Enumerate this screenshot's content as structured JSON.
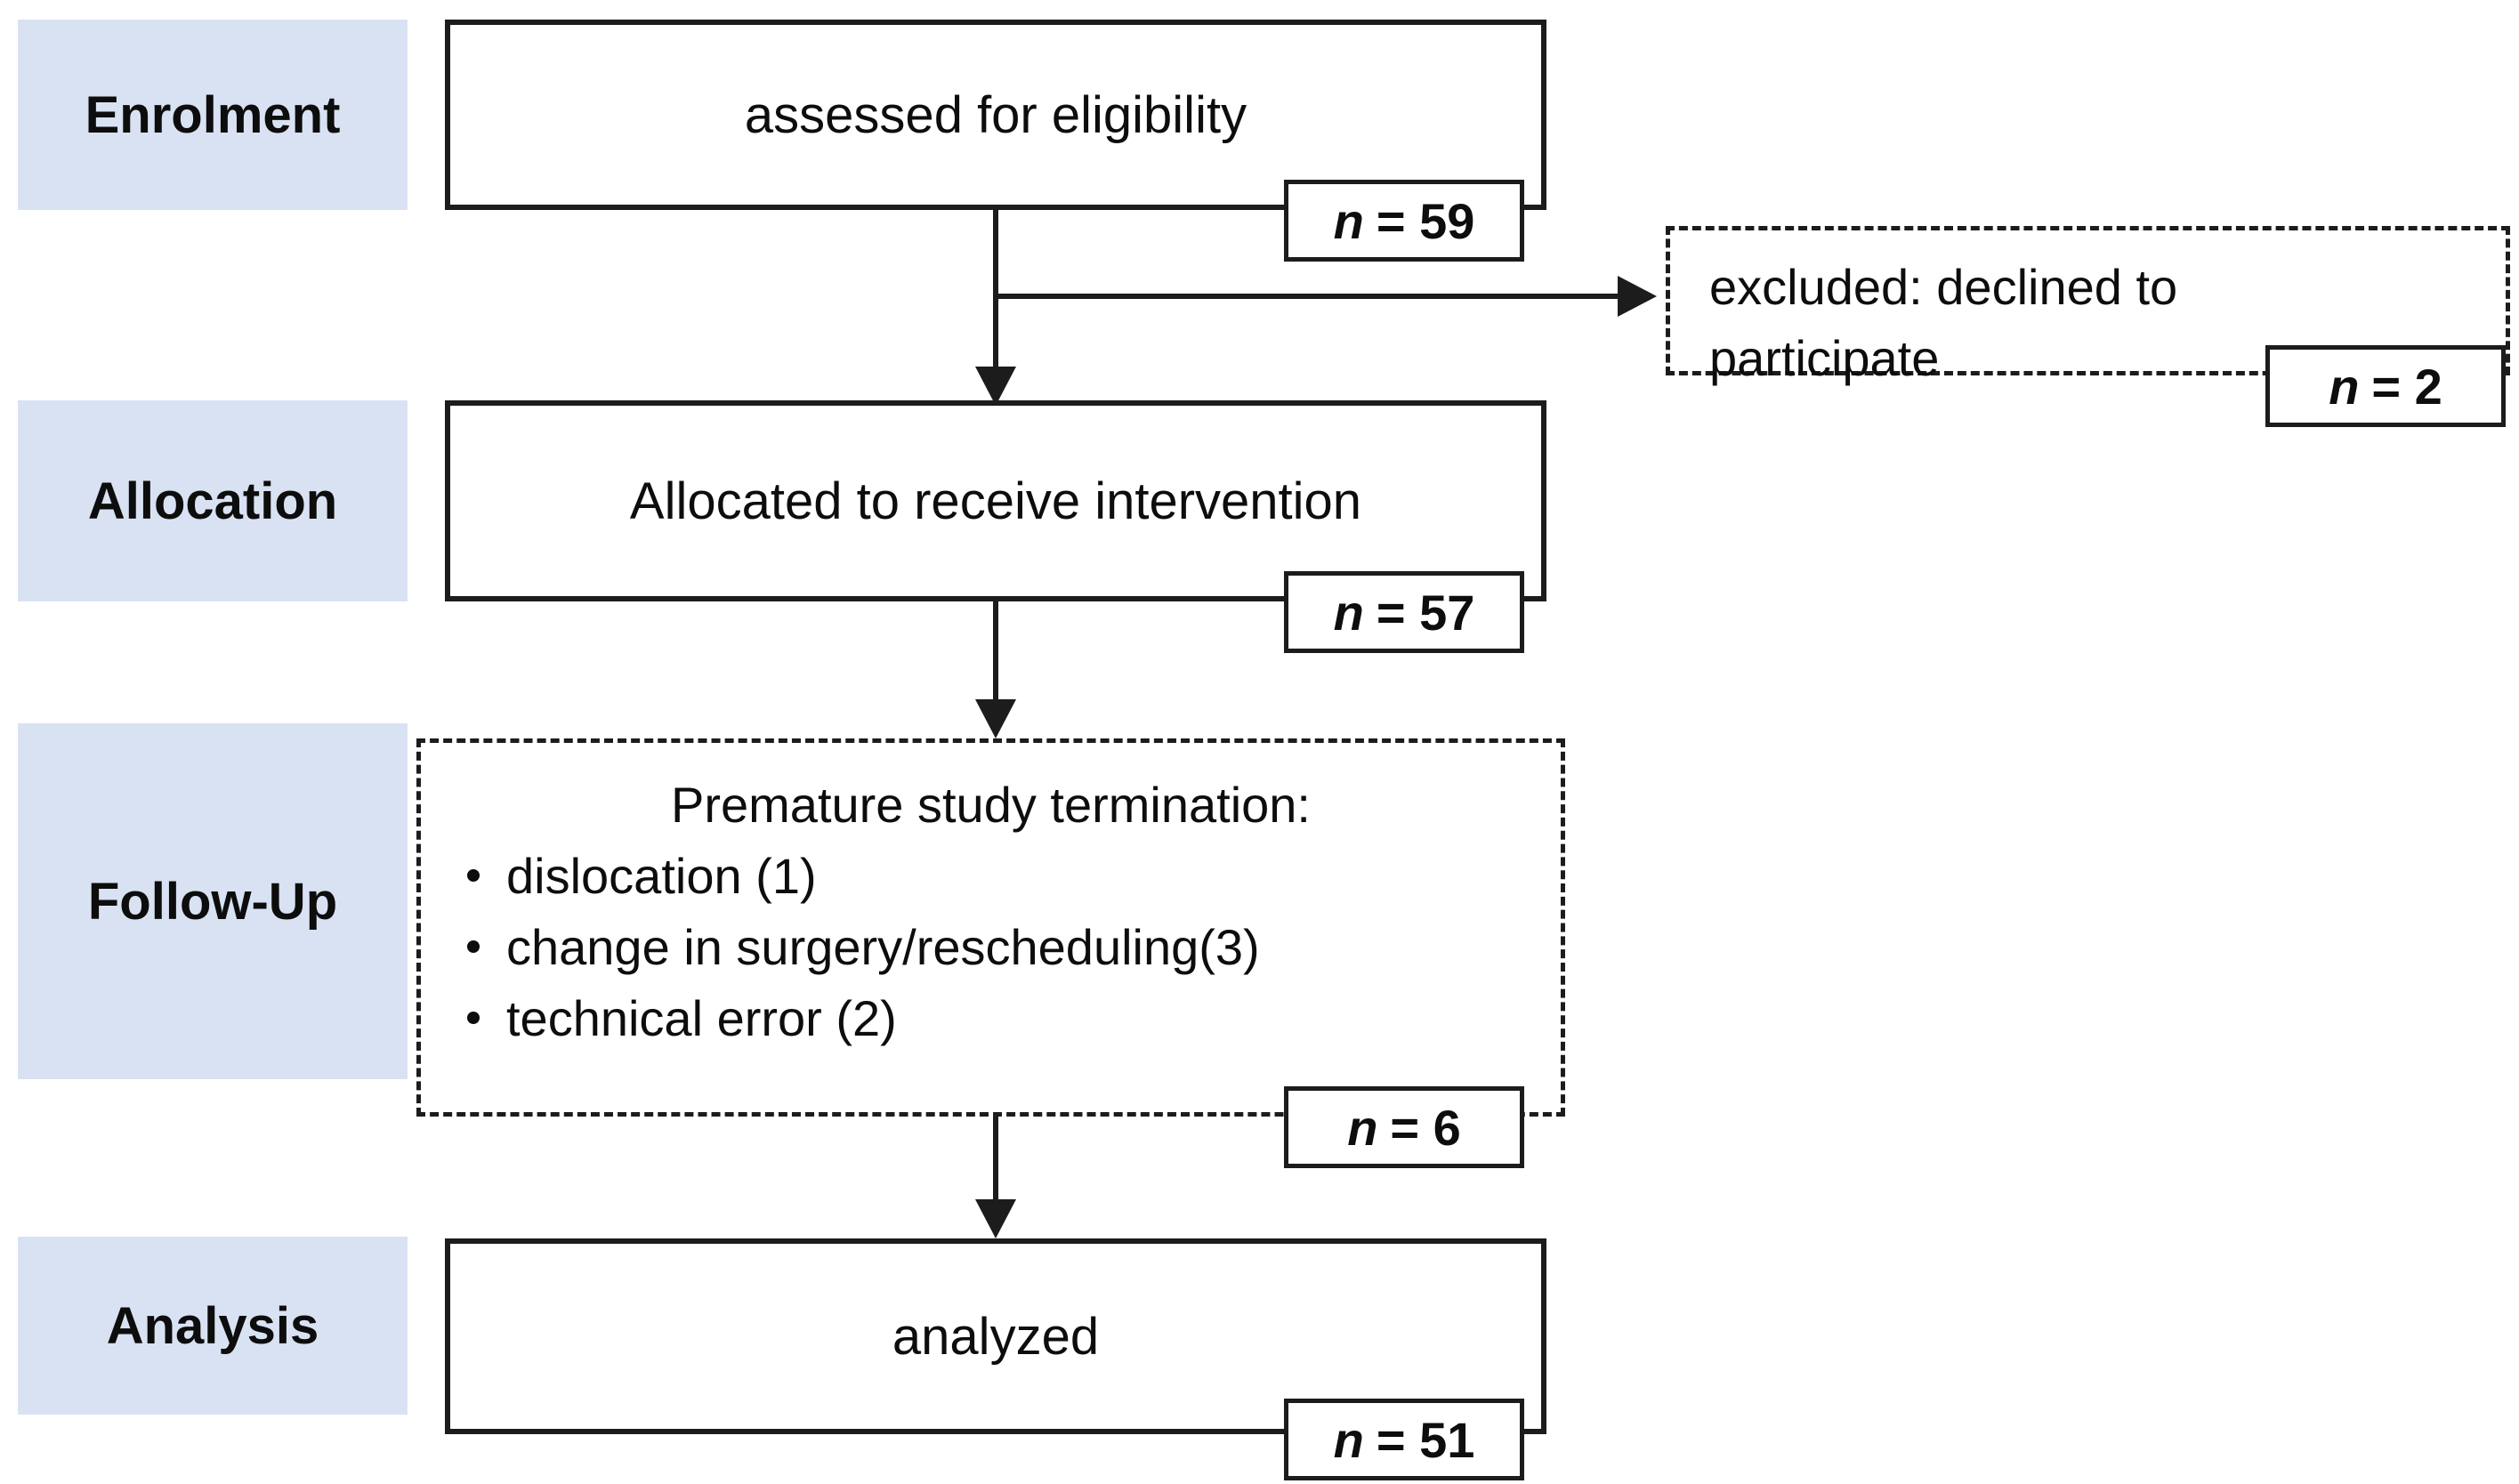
{
  "colors": {
    "stage_fill": "#d9e2f3",
    "line": "#1c1c1c",
    "text": "#0d0d0d",
    "box_fill": "#ffffff"
  },
  "stages": [
    {
      "label": "Enrolment"
    },
    {
      "label": "Allocation"
    },
    {
      "label": "Follow-Up"
    },
    {
      "label": "Analysis"
    }
  ],
  "flow": {
    "assessed": {
      "text": "assessed for eligibility",
      "badge": {
        "var": "n",
        "rest": "= 59"
      }
    },
    "excluded": {
      "text": "excluded: declined to participate",
      "badge": {
        "var": "n",
        "rest": "= 2"
      }
    },
    "allocated": {
      "text": "Allocated to receive intervention",
      "badge": {
        "var": "n",
        "rest": "= 57"
      }
    },
    "followup": {
      "title": "Premature study termination:",
      "items": [
        "dislocation (1)",
        "change in surgery/rescheduling(3)",
        "technical error (2)"
      ],
      "badge": {
        "var": "n",
        "rest": "= 6"
      }
    },
    "analyzed": {
      "text": "analyzed",
      "badge": {
        "var": "n",
        "rest": "= 51"
      }
    }
  }
}
